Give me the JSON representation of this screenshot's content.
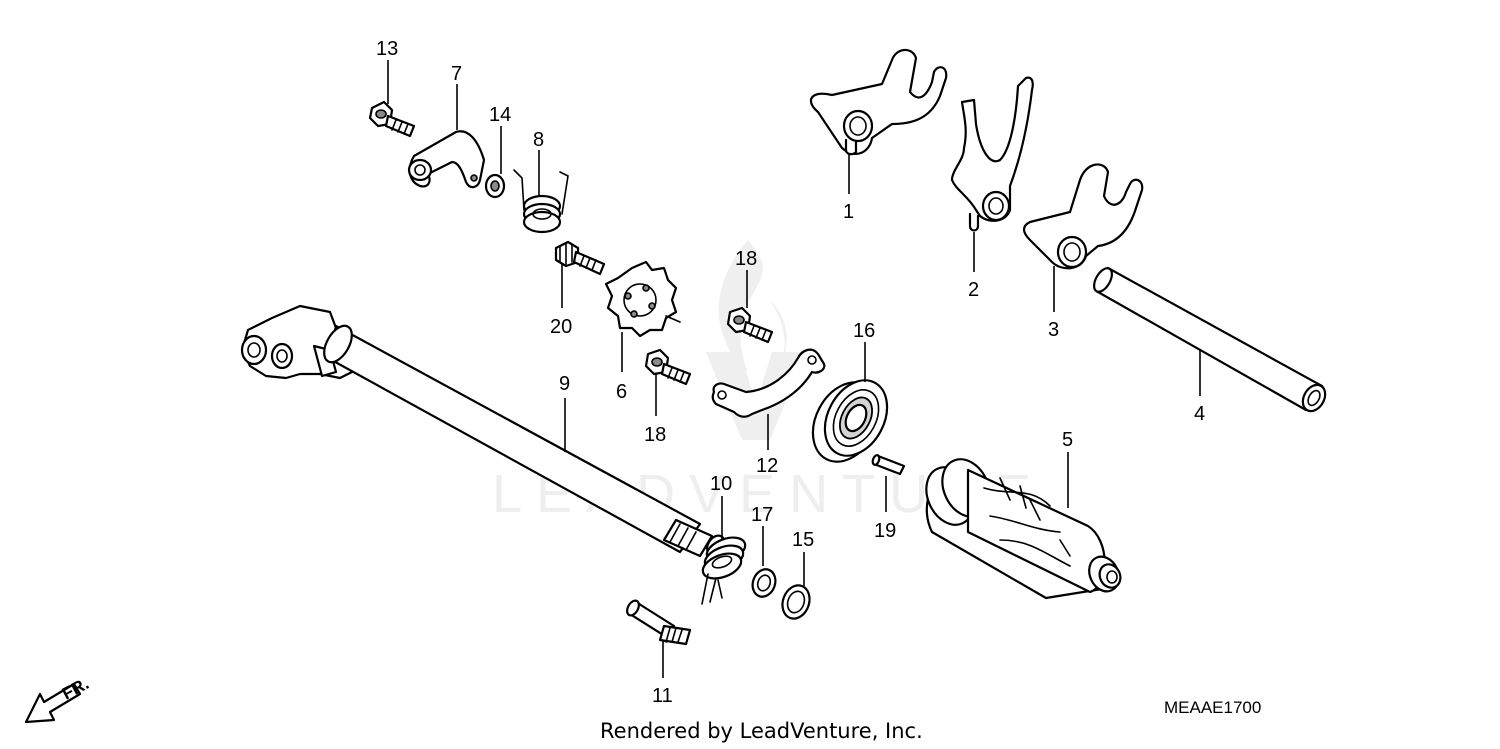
{
  "watermark": {
    "text": "LEADVENTURE"
  },
  "callouts": {
    "c1": "1",
    "c2": "2",
    "c3": "3",
    "c4": "4",
    "c5": "5",
    "c6": "6",
    "c7": "7",
    "c8": "8",
    "c9": "9",
    "c10": "10",
    "c11": "11",
    "c12": "12",
    "c13": "13",
    "c14": "14",
    "c15": "15",
    "c16": "16",
    "c17": "17",
    "c18a": "18",
    "c18b": "18",
    "c19": "19",
    "c20": "20"
  },
  "orientation": {
    "text": "FR."
  },
  "diagram_code": "MEAAE1700",
  "credit": "Rendered by LeadVenture, Inc."
}
